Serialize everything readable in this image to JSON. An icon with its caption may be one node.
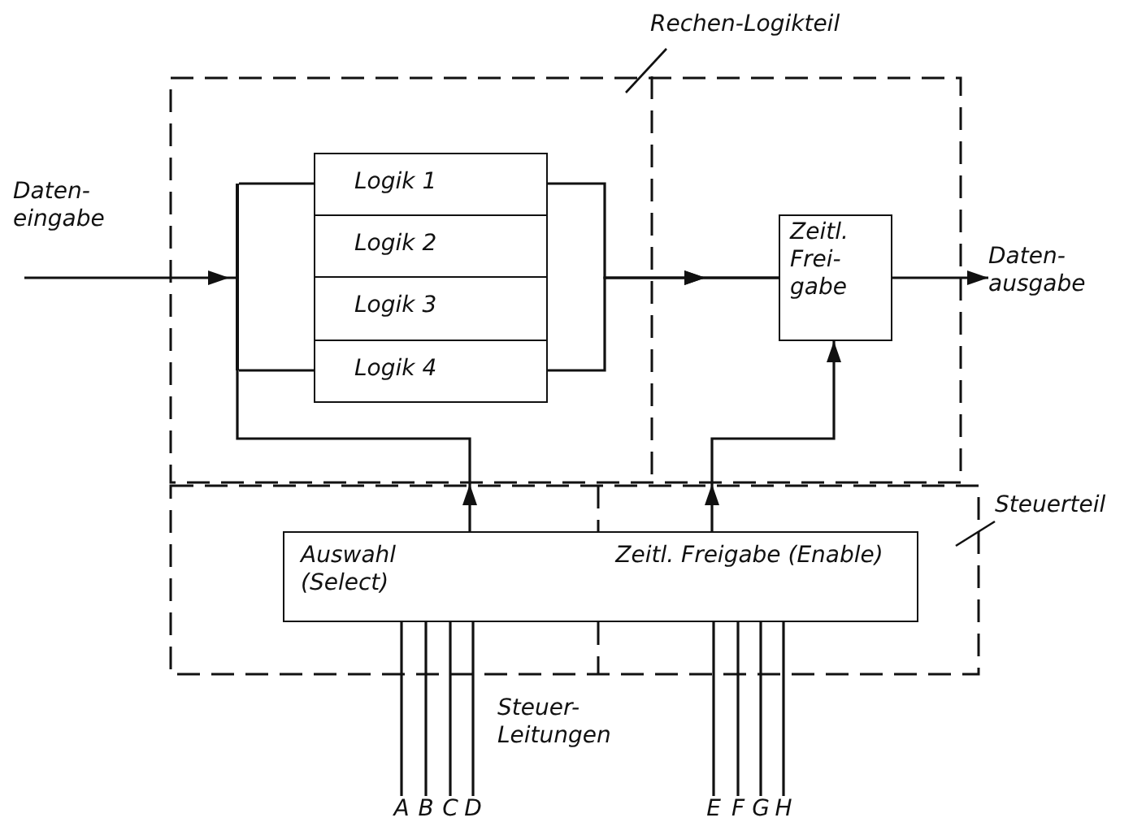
{
  "diagram": {
    "nodes": [
      {
        "text": [
          "Rechen-Logikteil"
        ]
      },
      {
        "text": [
          "Logik 1"
        ],
        "in": 0
      },
      {
        "text": [
          "Logik 2"
        ],
        "in": 0
      },
      {
        "text": [
          "Logik 3"
        ],
        "in": 0
      },
      {
        "text": [
          "Logik 4"
        ],
        "in": 0
      },
      {
        "text": [
          "Zeitl. Frei- gabe"
        ],
        "in": 0
      },
      {
        "text": [
          "Steuerteil"
        ]
      },
      {
        "text": [
          "Auswahl (Select)",
          "Zeitl. Freigabe (Enable)"
        ],
        "in": 6
      },
      {
        "text": [],
        "shape": "bar",
        "in": 0
      },
      {
        "text": [
          "Daten- ausgabe"
        ]
      },
      {
        "text": [
          "A"
        ]
      },
      {
        "text": [
          "B"
        ]
      },
      {
        "text": [
          "C"
        ]
      },
      {
        "text": [
          "D"
        ]
      },
      {
        "text": [
          "E"
        ]
      },
      {
        "text": [
          "F"
        ]
      },
      {
        "text": [
          "G"
        ]
      },
      {
        "text": [
          "H"
        ]
      }
    ],
    "edges": [
      {
        "from": null,
        "to": 8,
        "arrow": "to"
      },
      {
        "from": 8,
        "to": 1,
        "arrow": "none"
      },
      {
        "from": 8,
        "to": 4,
        "arrow": "none"
      },
      {
        "from": 1,
        "to": 5,
        "arrow": "to"
      },
      {
        "from": 4,
        "to": 5,
        "arrow": "to"
      },
      {
        "from": 5,
        "to": 9,
        "arrow": "to"
      },
      {
        "from": 7,
        "to": 8,
        "arrow": "to"
      },
      {
        "from": 7,
        "to": 5,
        "arrow": "to"
      },
      {
        "from": 10,
        "to": 7,
        "arrow": "none"
      },
      {
        "from": 11,
        "to": 7,
        "arrow": "none"
      },
      {
        "from": 12,
        "to": 7,
        "arrow": "none"
      },
      {
        "from": 13,
        "to": 7,
        "arrow": "none"
      },
      {
        "from": 14,
        "to": 7,
        "arrow": "none"
      },
      {
        "from": 15,
        "to": 7,
        "arrow": "none"
      },
      {
        "from": 16,
        "to": 7,
        "arrow": "none"
      },
      {
        "from": 17,
        "to": 7,
        "arrow": "none"
      }
    ],
    "labels": [
      "Daten- eingabe",
      "Steuer- Leitungen"
    ]
  }
}
